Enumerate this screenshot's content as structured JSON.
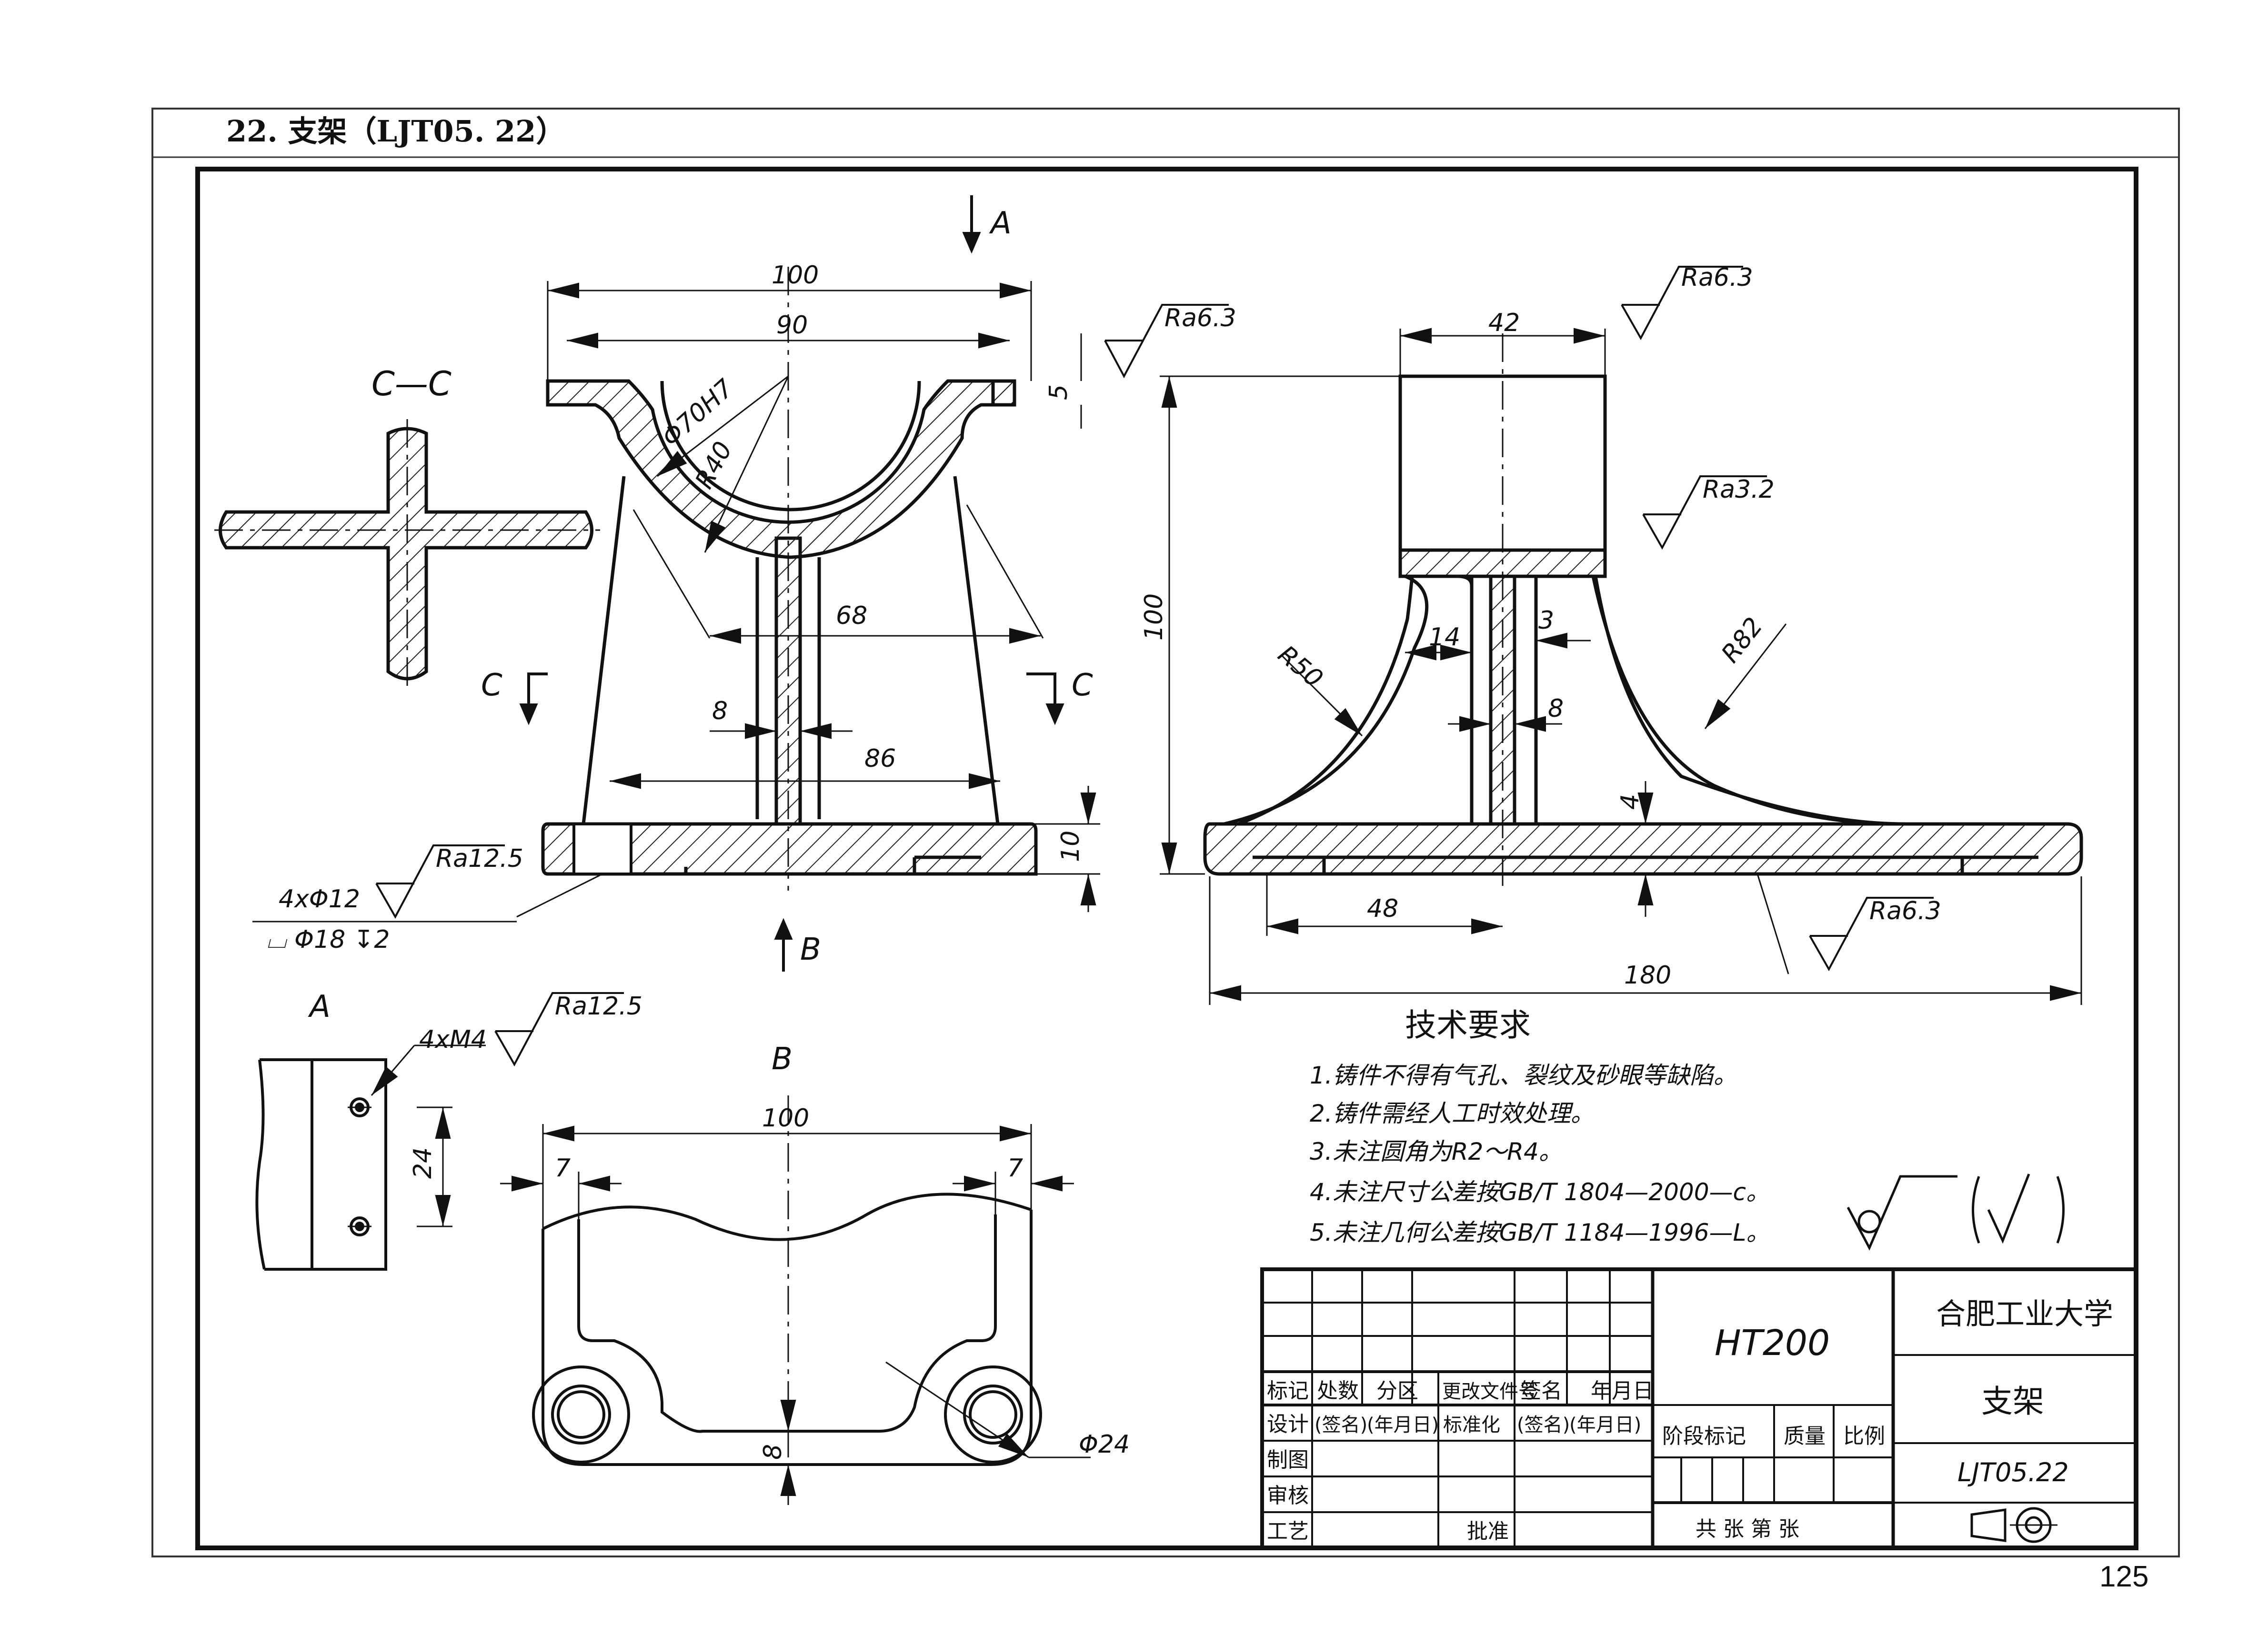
{
  "page": {
    "heading": "22. 支架（LJT05. 22）",
    "page_number": "125"
  },
  "views": {
    "section_cc_label": "C—C",
    "view_a_arrow": "A",
    "view_a_label": "A",
    "view_b_arrow": "B",
    "view_b_label": "B",
    "cut_c_left": "C",
    "cut_c_right": "C"
  },
  "dimensions": {
    "front_top_width": "100",
    "front_bore_width": "90",
    "bore_dia": "Φ70H7",
    "bore_radius": "R40",
    "flange_thk": "5",
    "rib_span": "68",
    "web_thk": "8",
    "base_span": "86",
    "base_thk": "10",
    "holes": "4xΦ12",
    "counterbore": "⌴ Φ18 ↧2",
    "side_top_width": "42",
    "side_height": "100",
    "side_web_left": "14",
    "side_web_gap": "3",
    "side_web_thk": "8",
    "side_r_left": "R50",
    "side_r_right": "R82",
    "side_base_thk": "4",
    "side_base_offset": "48",
    "side_total_width": "180",
    "view_a_threads": "4xM4",
    "view_a_pitch": "24",
    "view_b_width": "100",
    "view_b_left_offset": "7",
    "view_b_right_offset": "7",
    "view_b_thk": "8",
    "view_b_boss_dia": "Φ24"
  },
  "roughness": {
    "top_flange": "Ra6.3",
    "side_top": "Ra6.3",
    "side_face": "Ra3.2",
    "holes": "Ra12.5",
    "view_a": "Ra12.5",
    "side_bottom": "Ra6.3",
    "general_symbol": "√",
    "general_symbol_paren": "(√)"
  },
  "tech_requirements": {
    "title": "技术要求",
    "items": [
      "1.铸件不得有气孔、裂纹及砂眼等缺陷。",
      "2.铸件需经人工时效处理。",
      "3.未注圆角为R2～R4。",
      "4.未注尺寸公差按GB/T 1804—2000—c。",
      "5.未注几何公差按GB/T 1184—1996—L。"
    ]
  },
  "title_block": {
    "material": "HT200",
    "school": "合肥工业大学",
    "part_name": "支架",
    "drawing_no": "LJT05.22",
    "row_labels": [
      "标记",
      "处数",
      "分区",
      "更改文件号",
      "签名",
      "年月日"
    ],
    "row_design": [
      "设计",
      "(签名)",
      "(年月日)",
      "标准化",
      "(签名)",
      "(年月日)"
    ],
    "stage_label": "阶段标记",
    "mass_label": "质量",
    "scale_label": "比例",
    "drafting": "制图",
    "checking": "审核",
    "process": "工艺",
    "approve": "批准",
    "sheets": "共  张    第  张"
  }
}
